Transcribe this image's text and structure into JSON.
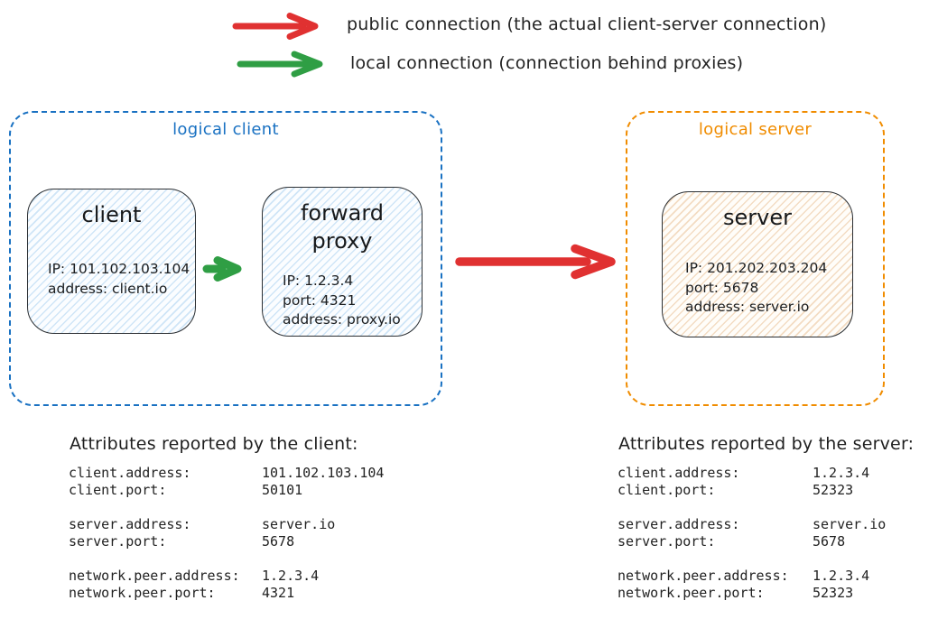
{
  "colors": {
    "red": "#e03131",
    "green": "#2f9e44",
    "blue": "#1971c2",
    "orange": "#f08c00"
  },
  "legend": {
    "public": {
      "label": "public connection (the actual client-server connection)"
    },
    "local": {
      "label": "local connection (connection behind proxies)"
    }
  },
  "logical_client": {
    "label": "logical client",
    "client_node": {
      "title": "client",
      "line1": "IP: 101.102.103.104",
      "line2": "address: client.io"
    },
    "proxy_node": {
      "title": "forward proxy",
      "line1": "IP: 1.2.3.4",
      "line2": "port: 4321",
      "line3": "address: proxy.io"
    }
  },
  "logical_server": {
    "label": "logical server",
    "server_node": {
      "title": "server",
      "line1": "IP: 201.202.203.204",
      "line2": "port: 5678",
      "line3": "address: server.io"
    }
  },
  "client_attrs": {
    "heading": "Attributes reported by the client:",
    "groups": [
      [
        {
          "key": "client.address:",
          "value": "101.102.103.104"
        },
        {
          "key": "client.port:",
          "value": "50101"
        }
      ],
      [
        {
          "key": "server.address:",
          "value": "server.io"
        },
        {
          "key": "server.port:",
          "value": "5678"
        }
      ],
      [
        {
          "key": "network.peer.address:",
          "value": "1.2.3.4"
        },
        {
          "key": "network.peer.port:",
          "value": "4321"
        }
      ]
    ]
  },
  "server_attrs": {
    "heading": "Attributes reported by the server:",
    "groups": [
      [
        {
          "key": "client.address:",
          "value": "1.2.3.4"
        },
        {
          "key": "client.port:",
          "value": "52323"
        }
      ],
      [
        {
          "key": "server.address:",
          "value": "server.io"
        },
        {
          "key": "server.port:",
          "value": "5678"
        }
      ],
      [
        {
          "key": "network.peer.address:",
          "value": "1.2.3.4"
        },
        {
          "key": "network.peer.port:",
          "value": "52323"
        }
      ]
    ]
  }
}
